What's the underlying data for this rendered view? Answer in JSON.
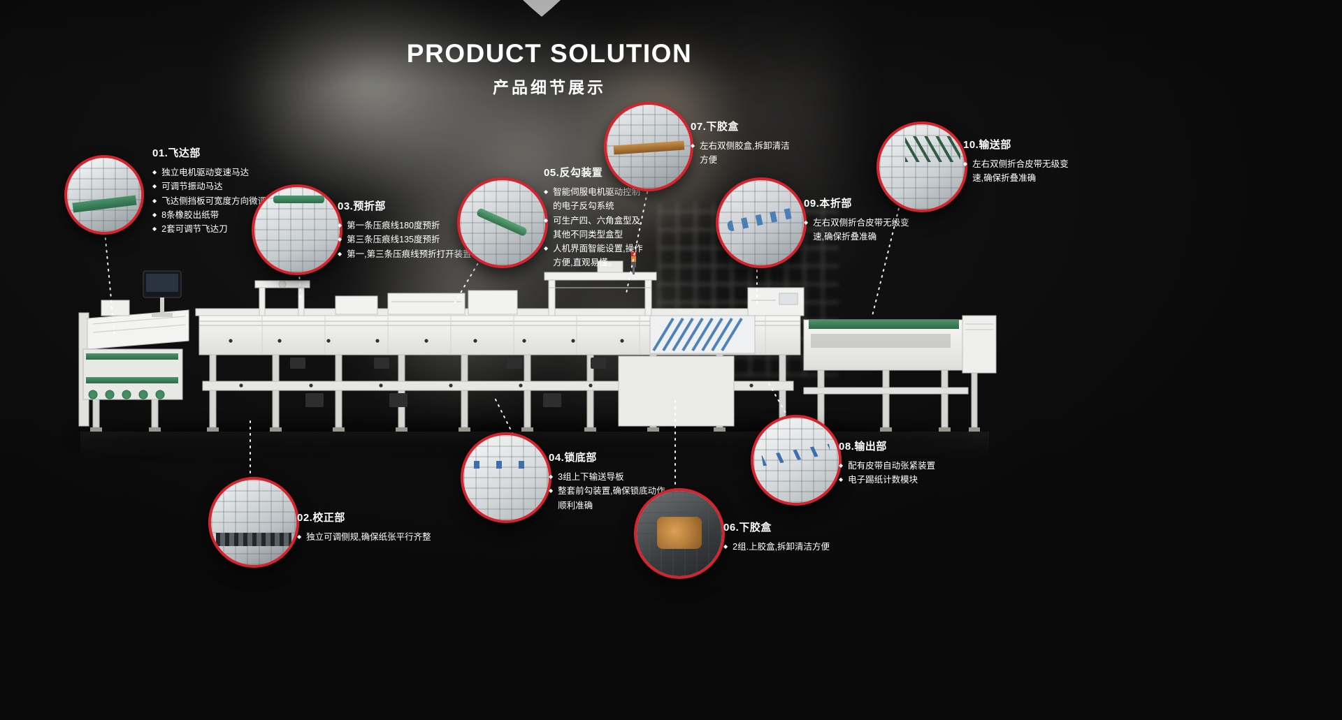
{
  "header": {
    "title": "PRODUCT SOLUTION",
    "subtitle": "产品细节展示"
  },
  "icons": {
    "bullet": "◆"
  },
  "colors": {
    "accent_red": "#d5242d",
    "text": "#ffffff",
    "belt_green": "#3c8a60",
    "belt_blue": "#4a7fb5",
    "background": "#121212"
  },
  "callouts": [
    {
      "num": "01",
      "title": "01.飞达部",
      "photo": "feeder-section-closeup",
      "bullets": [
        "独立电机驱动变速马达",
        "可调节振动马达",
        "飞达侧挡板可宽度方向微调",
        "8条橡胶出纸带",
        "2套可调节飞达刀"
      ]
    },
    {
      "num": "02",
      "title": "02.校正部",
      "photo": "alignment-section-closeup",
      "bullets": [
        "独立可调侧规,确保纸张平行齐整"
      ]
    },
    {
      "num": "03",
      "title": "03.预折部",
      "photo": "prefold-section-closeup",
      "bullets": [
        "第一条压痕线180度预折",
        "第三条压痕线135度预折",
        "第一,第三条压痕线预折打开装置"
      ]
    },
    {
      "num": "04",
      "title": "04.锁底部",
      "photo": "lock-bottom-section-closeup",
      "bullets": [
        "3组上下输送导板",
        "整套前勾装置,确保锁底动作顺利准确"
      ]
    },
    {
      "num": "05",
      "title": "05.反勾装置",
      "photo": "back-hook-device-closeup",
      "bullets": [
        "智能伺服电机驱动控制的电子反勾系统",
        "可生产四、六角盒型及其他不同类型盒型",
        "人机界面智能设置,操作方便,直观易懂。"
      ]
    },
    {
      "num": "06",
      "title": "06.下胶盒",
      "photo": "lower-glue-box-closeup",
      "bullets": [
        "2组.上胶盒,拆卸清洁方便"
      ]
    },
    {
      "num": "07",
      "title": "07.下胶盒",
      "photo": "glue-box-closeup",
      "bullets": [
        "左右双侧胶盒,拆卸清洁方便"
      ]
    },
    {
      "num": "08",
      "title": "08.输出部",
      "photo": "output-section-closeup",
      "bullets": [
        "配有皮带自动张紧装置",
        "电子踢纸计数模块"
      ]
    },
    {
      "num": "09",
      "title": "09.本折部",
      "photo": "main-fold-section-closeup",
      "bullets": [
        "左右双侧折合皮带无级变速,确保折叠准确"
      ]
    },
    {
      "num": "10",
      "title": "10.输送部",
      "photo": "conveying-section-closeup",
      "bullets": [
        "左右双侧折合皮带无级变速,确保折叠准确"
      ]
    }
  ]
}
